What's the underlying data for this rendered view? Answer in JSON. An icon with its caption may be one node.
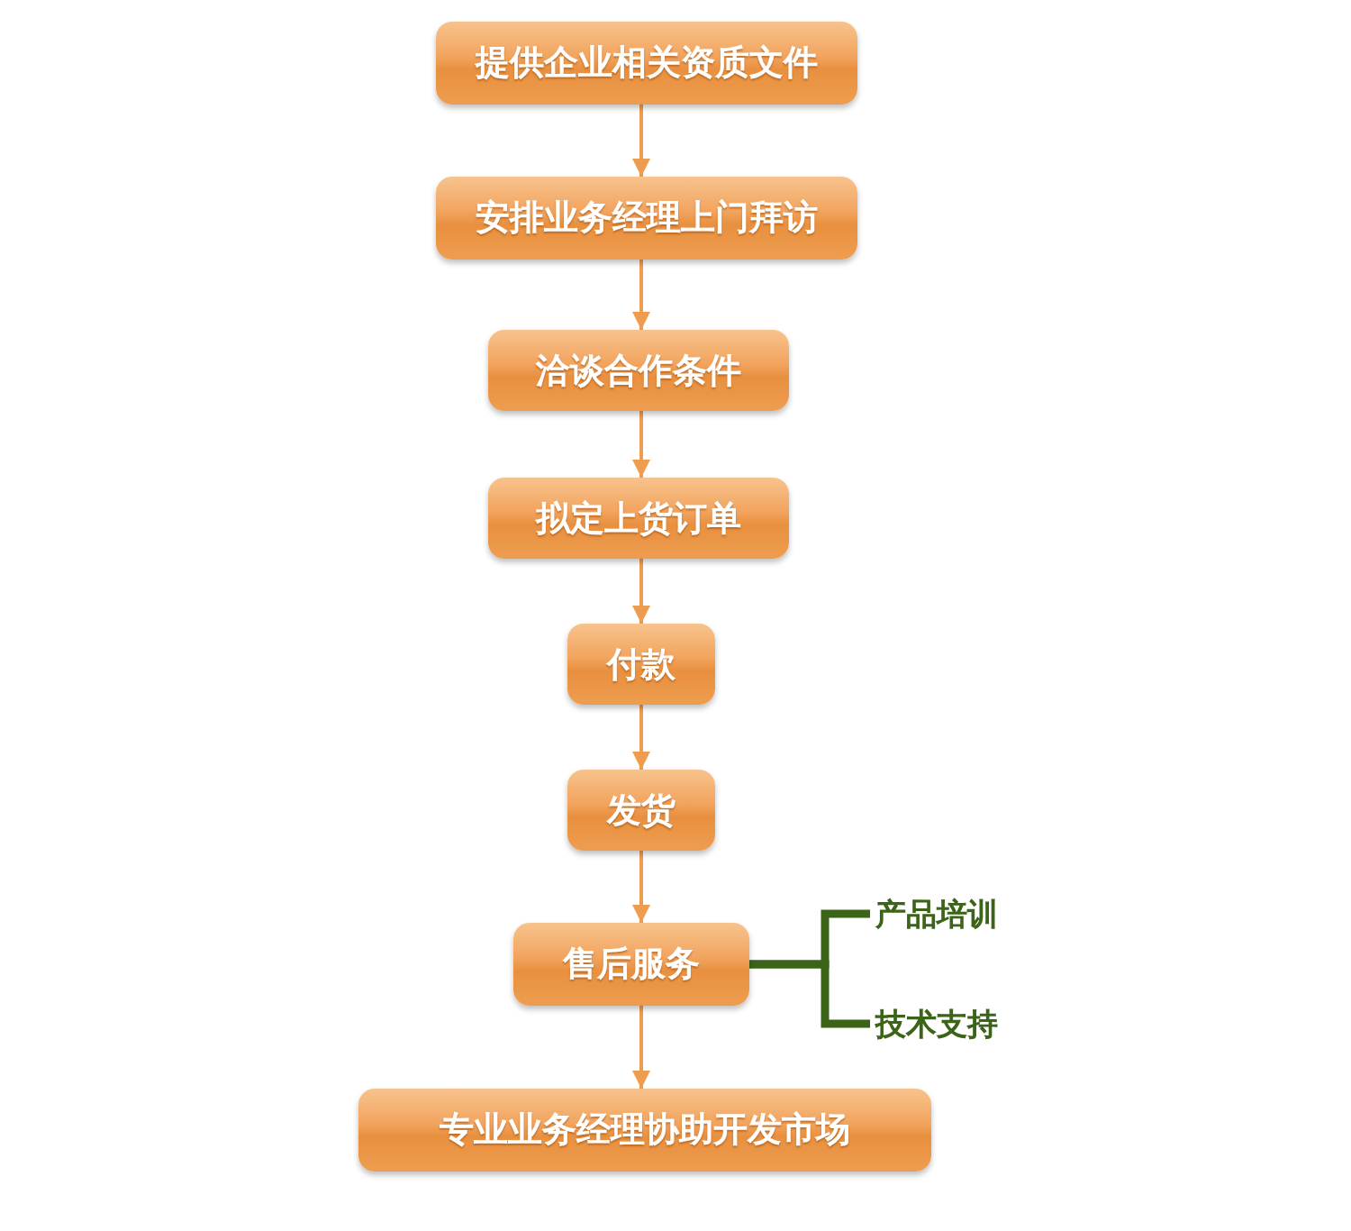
{
  "diagram": {
    "nodes": [
      {
        "text": [
          "提供企业相关资质文件"
        ]
      },
      {
        "text": [
          "安排业务经理上门拜访"
        ]
      },
      {
        "text": [
          "洽谈合作条件"
        ]
      },
      {
        "text": [
          "拟定上货订单"
        ]
      },
      {
        "text": [
          "付款"
        ]
      },
      {
        "text": [
          "发货"
        ]
      },
      {
        "text": [
          "售后服务"
        ]
      },
      {
        "text": [
          "专业业务经理协助开发市场"
        ]
      },
      {
        "text": [
          "产品培训"
        ]
      },
      {
        "text": [
          "技术支持"
        ]
      }
    ],
    "edges": [
      {
        "from": 0,
        "to": 1,
        "arrow": "to"
      },
      {
        "from": 1,
        "to": 2,
        "arrow": "to"
      },
      {
        "from": 2,
        "to": 3,
        "arrow": "to"
      },
      {
        "from": 3,
        "to": 4,
        "arrow": "to"
      },
      {
        "from": 4,
        "to": 5,
        "arrow": "to"
      },
      {
        "from": 5,
        "to": 6,
        "arrow": "to"
      },
      {
        "from": 6,
        "to": 7,
        "arrow": "to"
      },
      {
        "from": 6,
        "to": 8,
        "arrow": "none",
        "style": "thick",
        "color": "#3b6418"
      },
      {
        "from": 6,
        "to": 9,
        "arrow": "none",
        "style": "thick",
        "color": "#3b6418"
      }
    ]
  }
}
